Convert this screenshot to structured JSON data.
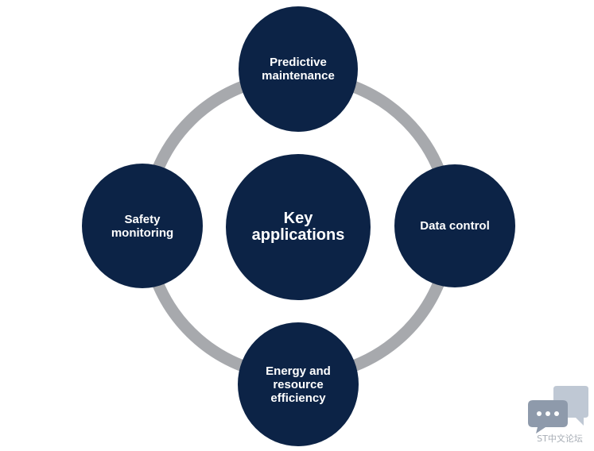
{
  "diagram": {
    "center": {
      "label": "Key\napplications"
    },
    "nodes": [
      {
        "id": "top",
        "label": "Predictive\nmaintenance"
      },
      {
        "id": "right",
        "label": "Data control"
      },
      {
        "id": "bottom",
        "label": "Energy and\nresource\nefficiency"
      },
      {
        "id": "left",
        "label": "Safety\nmonitoring"
      }
    ],
    "colors": {
      "node_fill": "#0c2346",
      "ring": "#a7a9ad",
      "node_text": "#ffffff"
    }
  },
  "watermark": {
    "text": "ST中文论坛",
    "icon": "chat-bubbles-icon"
  }
}
